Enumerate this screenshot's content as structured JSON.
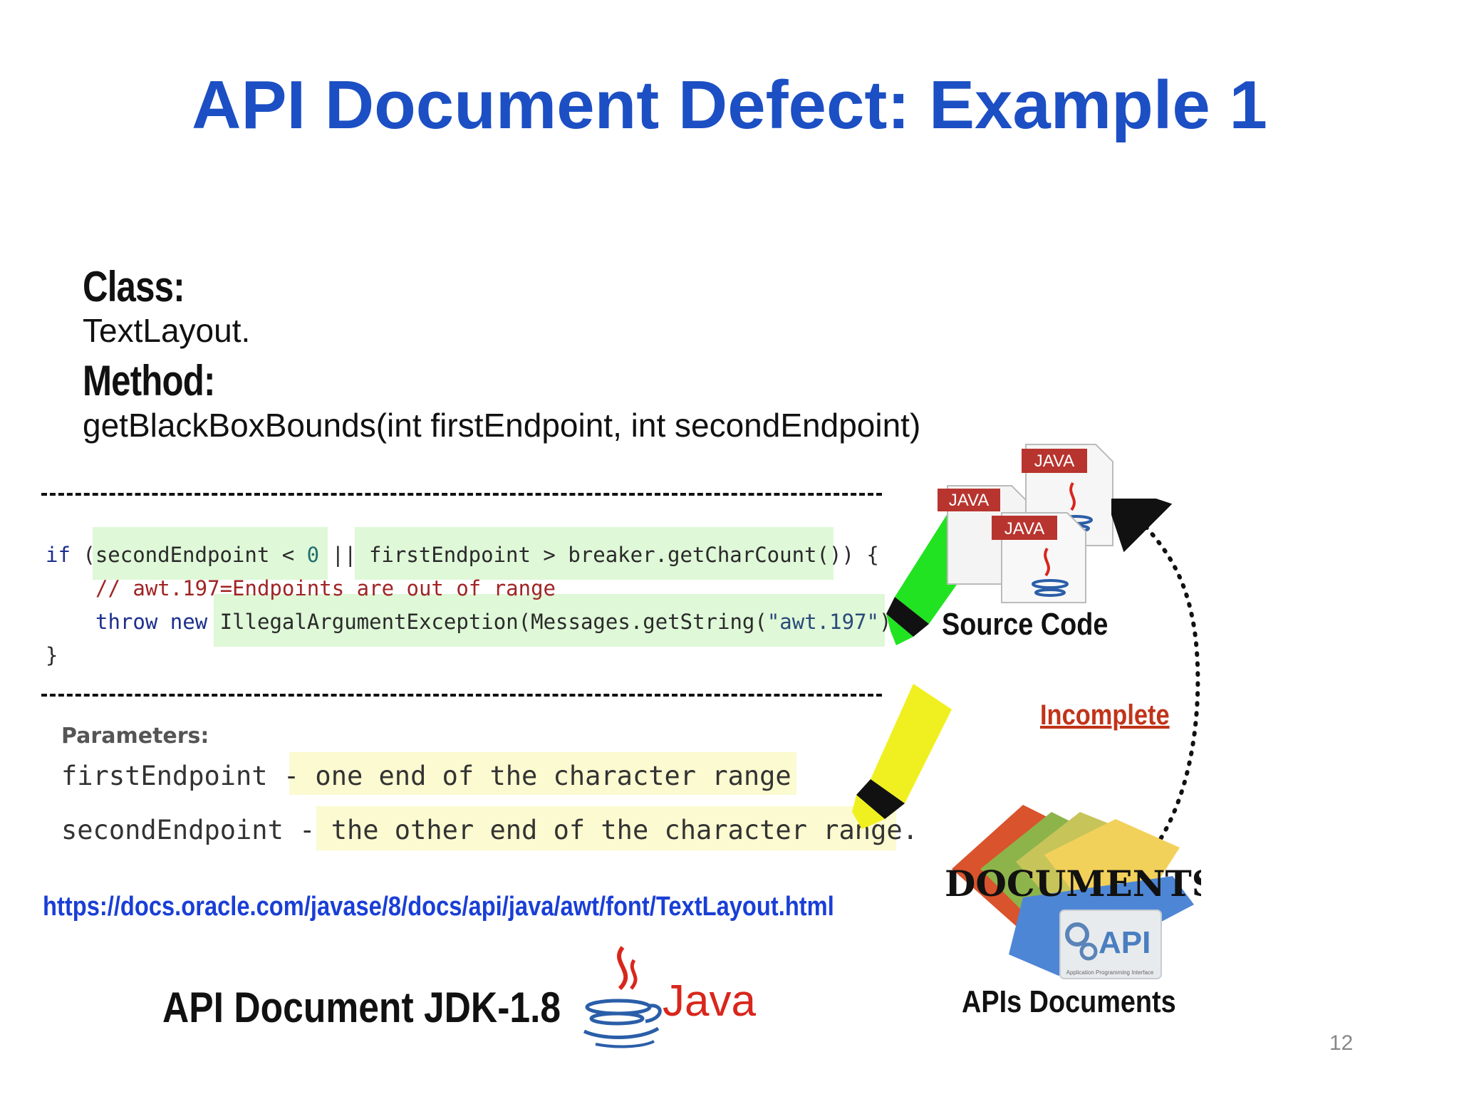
{
  "slide": {
    "title": "API Document Defect: Example 1",
    "class_heading": "Class:",
    "class_name": "TextLayout.",
    "method_heading": "Method:",
    "method_signature": "getBlackBoxBounds(int firstEndpoint, int secondEndpoint)",
    "page_number": "12"
  },
  "code": {
    "line1": {
      "if_kw": "if",
      "open": " (",
      "cond1": "secondEndpoint < ",
      "zero": "0",
      "or": " || ",
      "cond2": "firstEndpoint > breaker.getCharCount()",
      "close": ") {"
    },
    "line2_comment": "// awt.197=Endpoints are out of range",
    "line3": {
      "throw_kw": "throw",
      "new_kw": " new ",
      "expr_a": "IllegalArgumentException(Messages.getString(",
      "string": "\"awt.197\"",
      "expr_b": "));"
    },
    "line4": "}"
  },
  "params": {
    "heading": "Parameters:",
    "p1_name": "firstEndpoint",
    "p1_sep": " - ",
    "p1_desc": "one end of the character range",
    "p2_name": "secondEndpoint",
    "p2_sep": " - ",
    "p2_desc": "the other end of the character range."
  },
  "doc_url": "https://docs.oracle.com/javase/8/docs/api/java/awt/font/TextLayout.html",
  "jdk_label": "API Document JDK-1.8",
  "java_logo_text": "Java",
  "diagram": {
    "java_file_label": "JAVA",
    "source_code_label": "Source Code",
    "incomplete_label": "Incomplete",
    "documents_word": "DOCUMENTS",
    "api_badge": "API",
    "api_badge_sub": "Application Programming Interface",
    "apis_documents_label": "APIs Documents"
  },
  "colors": {
    "title_blue": "#1c4fc4",
    "link_blue": "#1a3fd6",
    "incomplete_red": "#c0341a",
    "green_highlight": "#dff8d8",
    "yellow_highlight": "#fbfad0",
    "green_marker": "#22e322",
    "yellow_marker": "#f0f020"
  }
}
